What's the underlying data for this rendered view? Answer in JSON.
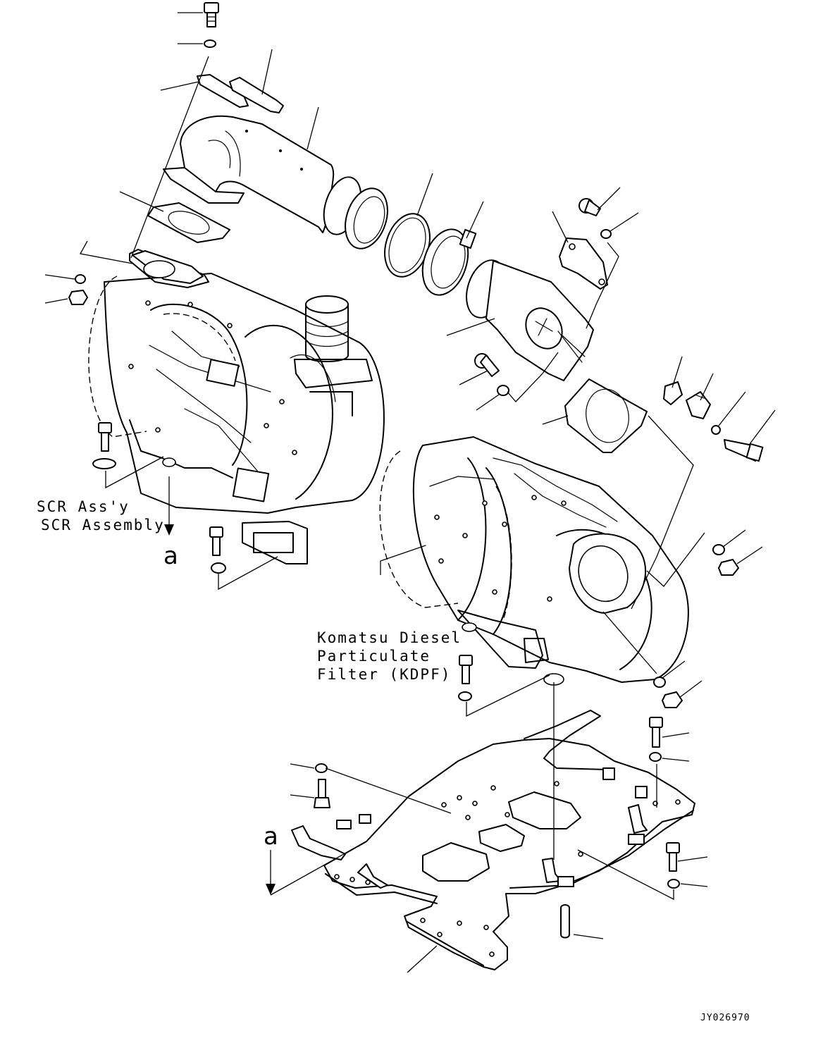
{
  "labels": {
    "scr_line1": "SCR Ass'y",
    "scr_line2": "SCR Assembly",
    "kdpf_line1": "Komatsu Diesel",
    "kdpf_line2": "Particulate",
    "kdpf_line3": "Filter (KDPF)",
    "view_marker_top": "a",
    "view_marker_bottom": "a",
    "drawing_code": "JY026970"
  }
}
